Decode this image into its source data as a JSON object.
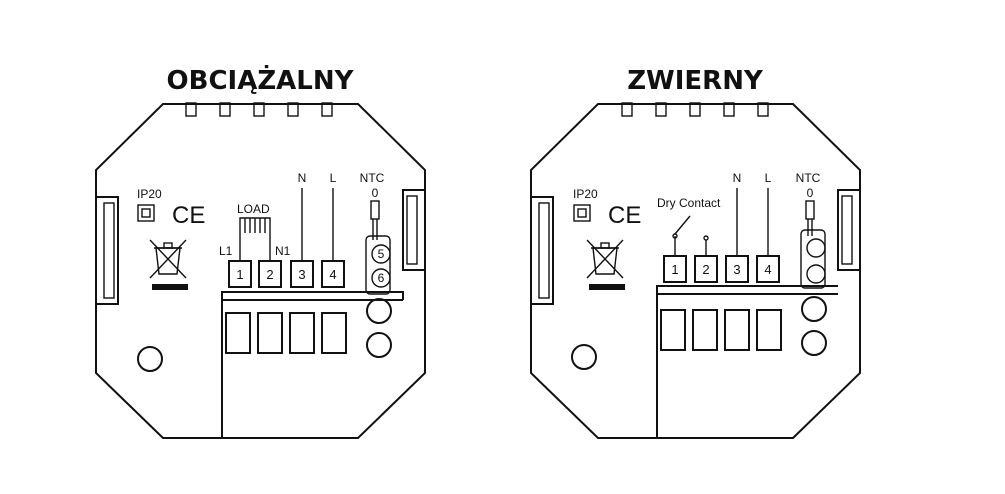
{
  "left_panel": {
    "title": "OBCIĄŻALNY",
    "ip_rating": "IP20",
    "ce_mark": "CE",
    "load_label": "LOAD",
    "l1_label": "L1",
    "n1_label": "N1",
    "n_label": "N",
    "l_label": "L",
    "ntc_label": "NTC",
    "ntc_zero": "0",
    "terminals": [
      "1",
      "2",
      "3",
      "4"
    ],
    "sensor_terminals": [
      "5",
      "6"
    ]
  },
  "right_panel": {
    "title": "ZWIERNY",
    "ip_rating": "IP20",
    "ce_mark": "CE",
    "dry_contact_label": "Dry Contact",
    "n_label": "N",
    "l_label": "L",
    "ntc_label": "NTC",
    "ntc_zero": "0",
    "terminals": [
      "1",
      "2",
      "3",
      "4"
    ]
  },
  "icons": [
    "weee-bin-icon",
    "ce-mark-icon"
  ]
}
